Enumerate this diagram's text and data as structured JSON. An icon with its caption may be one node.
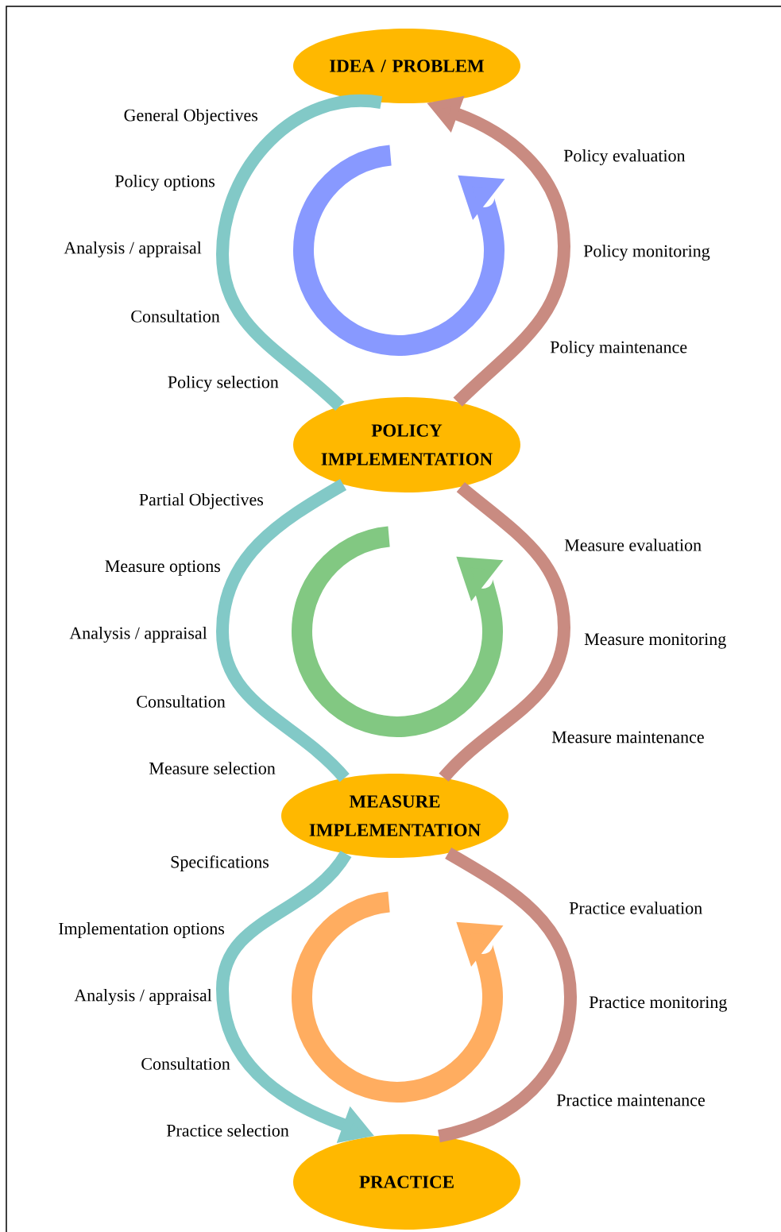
{
  "diagram": {
    "nodes": [
      {
        "text": [
          "IDEA / PROBLEM"
        ]
      },
      {
        "text": [
          "POLICY IMPLEMENTATION"
        ]
      },
      {
        "text": [
          "MEASURE IMPLEMENTATION"
        ]
      },
      {
        "text": [
          "PRACTICE"
        ]
      }
    ],
    "edges": [
      {
        "from": 0,
        "to": 1,
        "arrow": "none",
        "color": "#82c9c7"
      },
      {
        "from": 1,
        "to": 2,
        "arrow": "none",
        "color": "#82c9c7"
      },
      {
        "from": 2,
        "to": 3,
        "arrow": "to",
        "color": "#82c9c7"
      },
      {
        "from": 3,
        "to": 2,
        "arrow": "none",
        "color": "#c98b81"
      },
      {
        "from": 2,
        "to": 1,
        "arrow": "none",
        "color": "#c98b81"
      },
      {
        "from": 1,
        "to": 0,
        "arrow": "to",
        "color": "#c98b81"
      }
    ],
    "labels": [
      "General Objectives",
      "Policy evaluation",
      "Policy options",
      "Analysis / appraisal",
      "Policy monitoring",
      "Consultation",
      "Policy maintenance",
      "Policy selection",
      "Partial Objectives",
      "Measure evaluation",
      "Measure options",
      "Analysis / appraisal",
      "Measure monitoring",
      "Consultation",
      "Measure maintenance",
      "Measure selection",
      "Specifications",
      "Practice evaluation",
      "Implementation options",
      "Analysis / appraisal",
      "Practice monitoring",
      "Consultation",
      "Practice maintenance",
      "Practice selection"
    ]
  }
}
